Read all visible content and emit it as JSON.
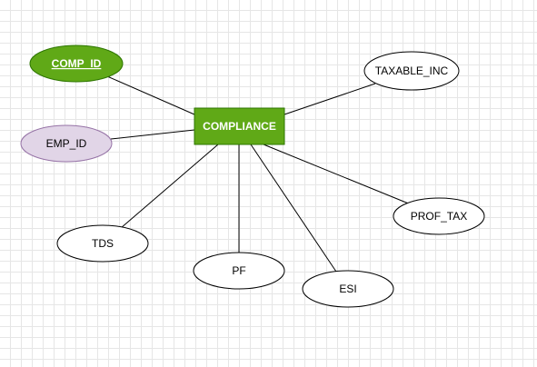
{
  "entity": {
    "label": "COMPLIANCE",
    "fill": "#60a917",
    "stroke": "#2d7600",
    "text_color": "#ffffff"
  },
  "attributes": [
    {
      "id": "comp-id",
      "label": "COMP_ID",
      "primary_key": true,
      "fill": "#60a917",
      "stroke": "#2d7600",
      "text_color": "#ffffff"
    },
    {
      "id": "emp-id",
      "label": "EMP_ID",
      "primary_key": false,
      "fill": "#e1d5e7",
      "stroke": "#9673a6",
      "text_color": "#000000"
    },
    {
      "id": "taxable-inc",
      "label": "TAXABLE_INC",
      "primary_key": false,
      "fill": "#ffffff",
      "stroke": "#000000",
      "text_color": "#000000"
    },
    {
      "id": "tds",
      "label": "TDS",
      "primary_key": false,
      "fill": "#ffffff",
      "stroke": "#000000",
      "text_color": "#000000"
    },
    {
      "id": "pf",
      "label": "PF",
      "primary_key": false,
      "fill": "#ffffff",
      "stroke": "#000000",
      "text_color": "#000000"
    },
    {
      "id": "esi",
      "label": "ESI",
      "primary_key": false,
      "fill": "#ffffff",
      "stroke": "#000000",
      "text_color": "#000000"
    },
    {
      "id": "prof-tax",
      "label": "PROF_TAX",
      "primary_key": false,
      "fill": "#ffffff",
      "stroke": "#000000",
      "text_color": "#000000"
    }
  ]
}
